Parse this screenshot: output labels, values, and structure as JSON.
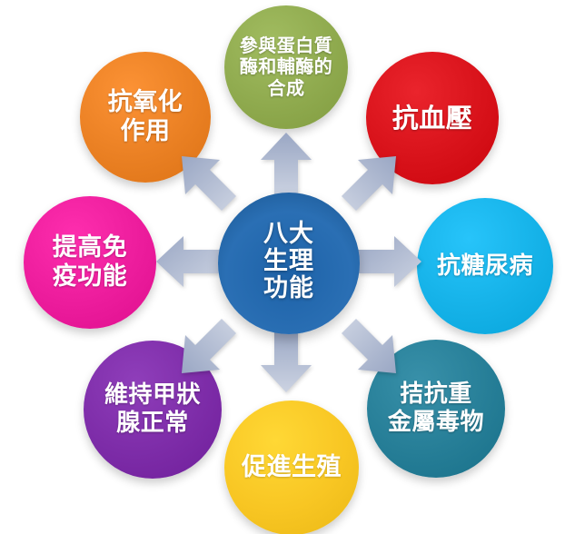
{
  "diagram": {
    "center": {
      "name": "eight-major-physiological-functions",
      "text": "八大\n生理\n功能",
      "lines": [
        "八大",
        "生理",
        "功能"
      ],
      "color": "#2a6fb4"
    },
    "nodes": [
      {
        "id": "protein",
        "position": "top",
        "lines": [
          "參與蛋白質",
          "酶和輔酶的",
          "合成"
        ],
        "text": "參與蛋白質酶和輔酶的合成",
        "color": "#8faa4e"
      },
      {
        "id": "antiox",
        "position": "top-left",
        "lines": [
          "抗氧化",
          "作用"
        ],
        "text": "抗氧化作用",
        "color": "#ea8023"
      },
      {
        "id": "bp",
        "position": "top-right",
        "lines": [
          "抗血壓"
        ],
        "text": "抗血壓",
        "color": "#d8121a"
      },
      {
        "id": "immune",
        "position": "left",
        "lines": [
          "提高免",
          "疫功能"
        ],
        "text": "提高免疫功能",
        "color": "#ec1c9c"
      },
      {
        "id": "diabetes",
        "position": "right",
        "lines": [
          "抗糖尿病"
        ],
        "text": "抗糖尿病",
        "color": "#15b2e8"
      },
      {
        "id": "thyroid",
        "position": "bottom-left",
        "lines": [
          "維持甲狀",
          "腺正常"
        ],
        "text": "維持甲狀腺正常",
        "color": "#7d2ca8"
      },
      {
        "id": "metal",
        "position": "bottom-right",
        "lines": [
          "拮抗重",
          "金屬毒物"
        ],
        "text": "拮抗重金屬毒物",
        "color": "#267e97"
      },
      {
        "id": "repro",
        "position": "bottom",
        "lines": [
          "促進生殖"
        ],
        "text": "促進生殖",
        "color": "#f7c川"
      }
    ],
    "arrows": {
      "count": 8,
      "color_from": "#9aa7c4",
      "color_to": "#c8cfdf",
      "directions": [
        "up",
        "up-right",
        "right",
        "down-right",
        "down",
        "down-left",
        "left",
        "up-left"
      ]
    }
  }
}
